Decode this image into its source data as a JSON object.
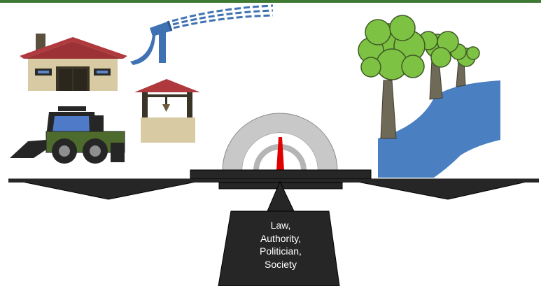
{
  "pedestal": {
    "lines": [
      "Law,",
      "Authority,",
      "Politician,",
      "Society"
    ]
  },
  "colors": {
    "top_bar": "#3f7a34",
    "roof": "#b0393d",
    "wall": "#d8cba3",
    "tree_foliage": "#7dc242",
    "tree_trunk": "#6f6a58",
    "river": "#4a7fc1",
    "tractor_body": "#4d6b2c",
    "tractor_cab": "#4f7ac7",
    "balance": "#262626",
    "needle": "#e00000",
    "gauge": "#c8c8c8",
    "water_spray": "#3f72b3"
  },
  "icons": [
    "house-icon",
    "water-tap-icon",
    "water-spray-icon",
    "well-icon",
    "tractor-icon",
    "tree-icon",
    "river-icon",
    "balance-scale-icon",
    "gauge-needle-icon"
  ]
}
